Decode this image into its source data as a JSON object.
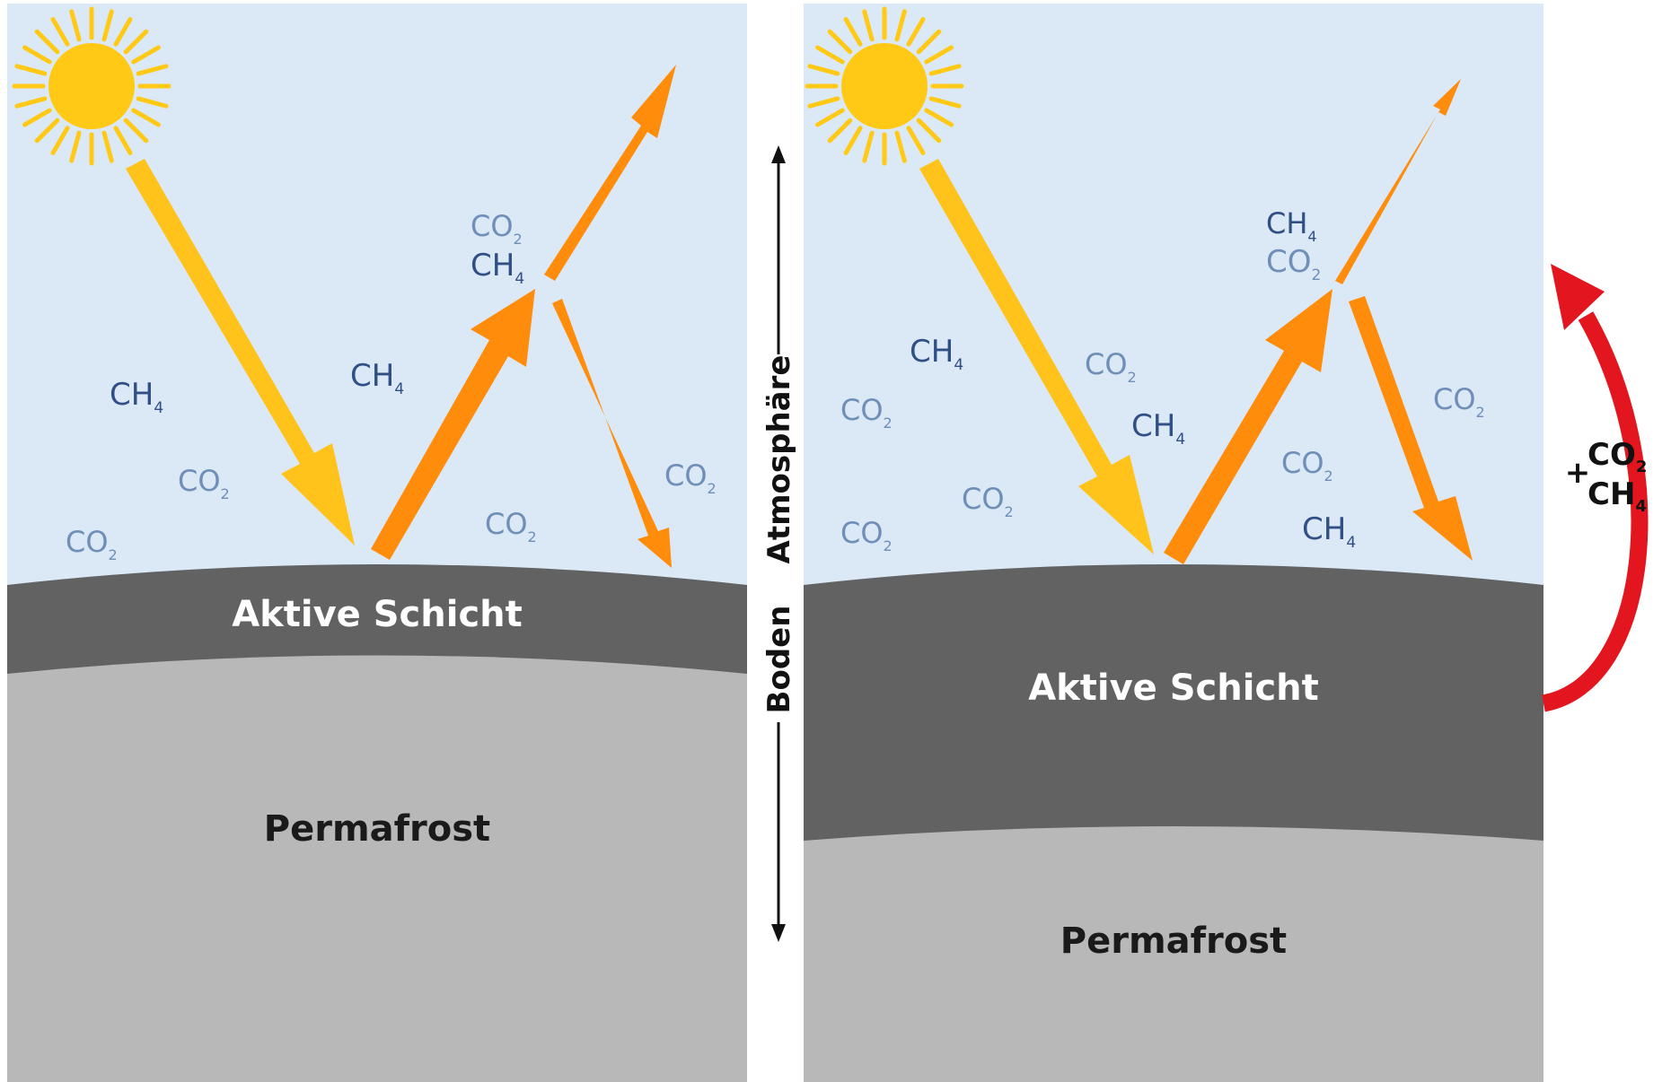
{
  "colors": {
    "sky": "#dbe8f6",
    "active_layer": "#626262",
    "permafrost": "#b8b8b8",
    "sun": "#ffc915",
    "sun_rays": "#ffc915",
    "incoming_arrow": "#ffc31c",
    "reflected_arrow": "#ff8c0a",
    "emission_arrow": "#e3161f",
    "gas_dark": "#2f4f85",
    "gas_light": "#6f8fb8"
  },
  "left_panel": {
    "active_layer_label": "Aktive Schicht",
    "permafrost_label": "Permafrost",
    "gases": [
      {
        "base": "CH",
        "sub": "4",
        "tone": "dark"
      },
      {
        "base": "CH",
        "sub": "4",
        "tone": "dark"
      },
      {
        "base": "CO",
        "sub": "2",
        "tone": "light"
      },
      {
        "base": "CO",
        "sub": "2",
        "tone": "light"
      },
      {
        "base": "CO",
        "sub": "2",
        "tone": "light"
      },
      {
        "base": "CO",
        "sub": "2",
        "tone": "light"
      },
      {
        "base": "CO",
        "sub": "2",
        "tone": "light"
      },
      {
        "base": "CH",
        "sub": "4",
        "tone": "dark"
      }
    ]
  },
  "right_panel": {
    "active_layer_label": "Aktive Schicht",
    "permafrost_label": "Permafrost",
    "gases": [
      {
        "base": "CH",
        "sub": "4",
        "tone": "dark"
      },
      {
        "base": "CO",
        "sub": "2",
        "tone": "light"
      },
      {
        "base": "CO",
        "sub": "2",
        "tone": "light"
      },
      {
        "base": "CH",
        "sub": "4",
        "tone": "dark"
      },
      {
        "base": "CO",
        "sub": "2",
        "tone": "light"
      },
      {
        "base": "CO",
        "sub": "2",
        "tone": "light"
      },
      {
        "base": "CO",
        "sub": "2",
        "tone": "light"
      },
      {
        "base": "CH",
        "sub": "4",
        "tone": "dark"
      },
      {
        "base": "CO",
        "sub": "2",
        "tone": "light"
      },
      {
        "base": "CH",
        "sub": "4",
        "tone": "dark"
      },
      {
        "base": "CO",
        "sub": "2",
        "tone": "light"
      }
    ]
  },
  "axis": {
    "upper_label": "Atmosphäre",
    "lower_label": "Boden"
  },
  "emission": {
    "plus": "+",
    "gas_1": {
      "base": "CO",
      "sub": "2"
    },
    "gas_2": {
      "base": "CH",
      "sub": "4"
    }
  }
}
